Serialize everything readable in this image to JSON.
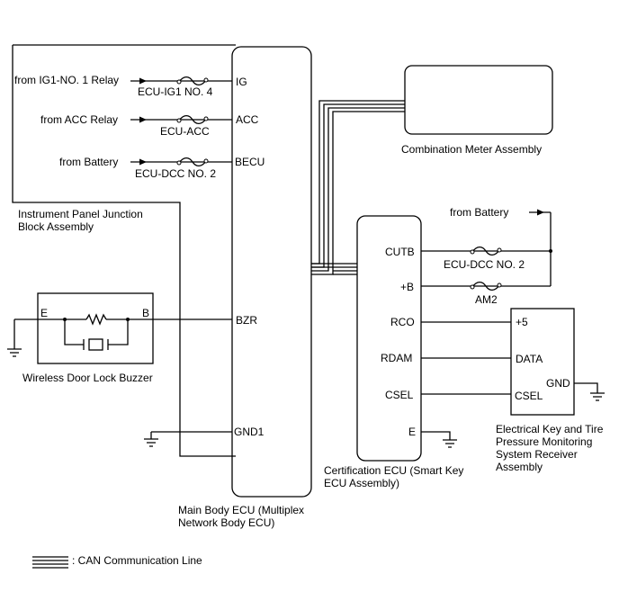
{
  "components": {
    "junction_block": {
      "name_line1": "Instrument Panel Junction",
      "name_line2": "Block Assembly"
    },
    "main_body_ecu": {
      "name_line1": "Main Body ECU (Multiplex",
      "name_line2": "Network Body ECU)"
    },
    "combination_meter": {
      "name": "Combination Meter Assembly"
    },
    "certification_ecu": {
      "name_line1": "Certification ECU (Smart Key",
      "name_line2": "ECU Assembly)"
    },
    "receiver": {
      "name_line1": "Electrical Key and Tire",
      "name_line2": "Pressure Monitoring",
      "name_line3": "System Receiver",
      "name_line4": "Assembly"
    },
    "buzzer": {
      "name": "Wireless Door Lock Buzzer",
      "pin_e": "E",
      "pin_b": "B"
    }
  },
  "sources": {
    "ig1_relay": "from IG1-NO. 1 Relay",
    "acc_relay": "from ACC Relay",
    "battery_1": "from Battery",
    "battery_2": "from Battery"
  },
  "fuses": {
    "ecu_ig1": "ECU-IG1 NO. 4",
    "ecu_acc": "ECU-ACC",
    "ecu_dcc_1": "ECU-DCC NO. 2",
    "ecu_dcc_2": "ECU-DCC NO. 2",
    "am2": "AM2"
  },
  "pins": {
    "main_ig": "IG",
    "main_acc": "ACC",
    "main_becu": "BECU",
    "main_bzr": "BZR",
    "main_gnd1": "GND1",
    "cert_cutb": "CUTB",
    "cert_b": "+B",
    "cert_rco": "RCO",
    "cert_rdam": "RDAM",
    "cert_csel": "CSEL",
    "cert_e": "E",
    "rcv_plus5": "+5",
    "rcv_data": "DATA",
    "rcv_csel": "CSEL",
    "rcv_gnd": "GND"
  },
  "legend": {
    "text": ": CAN Communication Line"
  }
}
